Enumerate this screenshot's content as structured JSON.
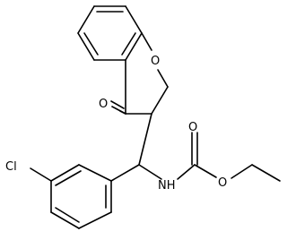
{
  "molecule": {
    "atoms": {
      "ring_oxygen": "O",
      "ketone_oxygen": "O",
      "chlorine": "Cl",
      "amide_nh": "NH",
      "carbonyl_oxygen": "O",
      "ester_oxygen": "O"
    }
  }
}
